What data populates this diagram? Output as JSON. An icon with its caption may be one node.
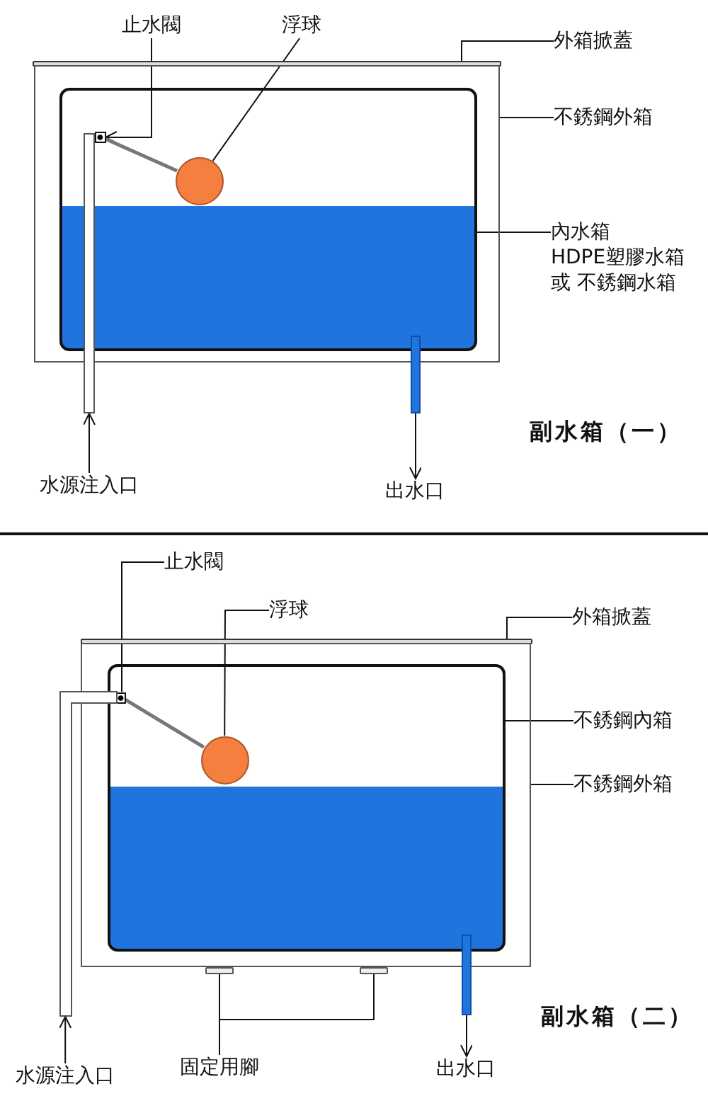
{
  "diagram": {
    "nodes": [
      {
        "text": [],
        "shape": "bar"
      },
      {
        "text": [],
        "shape": "box"
      },
      {
        "text": [],
        "shape": "box",
        "in": 1
      },
      {
        "text": [],
        "shape": "box",
        "in": 2
      },
      {
        "text": [],
        "shape": "circle",
        "in": 2
      },
      {
        "text": [],
        "shape": "pipe"
      },
      {
        "text": [],
        "shape": "pipe"
      },
      {
        "text": [
          "止水閥"
        ]
      },
      {
        "text": [
          "浮球"
        ]
      },
      {
        "text": [
          "外箱掀蓋"
        ]
      },
      {
        "text": [
          "不銹鋼外箱"
        ]
      },
      {
        "text": [
          "內水箱",
          "HDPE塑膠水箱",
          "或 不銹鋼水箱"
        ]
      },
      {
        "text": [
          "水源注入口"
        ]
      },
      {
        "text": [
          "出水口"
        ]
      },
      {
        "text": [],
        "shape": "bar"
      },
      {
        "text": [],
        "shape": "box"
      },
      {
        "text": [],
        "shape": "box",
        "in": 15
      },
      {
        "text": [],
        "shape": "box",
        "in": 16
      },
      {
        "text": [],
        "shape": "circle",
        "in": 16
      },
      {
        "text": [],
        "shape": "pipe"
      },
      {
        "text": [],
        "shape": "pipe"
      },
      {
        "text": [],
        "shape": "bar"
      },
      {
        "text": [],
        "shape": "bar"
      },
      {
        "text": [
          "止水閥"
        ]
      },
      {
        "text": [
          "浮球"
        ]
      },
      {
        "text": [
          "外箱掀蓋"
        ]
      },
      {
        "text": [
          "不銹鋼內箱"
        ]
      },
      {
        "text": [
          "不銹鋼外箱"
        ]
      },
      {
        "text": [
          "固定用腳"
        ]
      },
      {
        "text": [
          "水源注入口"
        ]
      },
      {
        "text": [
          "出水口"
        ]
      }
    ],
    "edges": [
      {
        "from": 7,
        "to": 3,
        "arrow": "to"
      },
      {
        "from": 8,
        "to": 4,
        "arrow": "none"
      },
      {
        "from": 9,
        "to": 0,
        "arrow": "none"
      },
      {
        "from": 10,
        "to": 1,
        "arrow": "none"
      },
      {
        "from": 11,
        "to": 2,
        "arrow": "none"
      },
      {
        "from": 12,
        "to": 5,
        "arrow": "to"
      },
      {
        "from": 6,
        "to": 13,
        "arrow": "to"
      },
      {
        "from": 23,
        "to": 17,
        "arrow": "none"
      },
      {
        "from": 24,
        "to": 18,
        "arrow": "none"
      },
      {
        "from": 25,
        "to": 14,
        "arrow": "none"
      },
      {
        "from": 26,
        "to": 16,
        "arrow": "none"
      },
      {
        "from": 27,
        "to": 15,
        "arrow": "none"
      },
      {
        "from": 28,
        "to": 21,
        "arrow": "none"
      },
      {
        "from": 28,
        "to": 22,
        "arrow": "none"
      },
      {
        "from": 29,
        "to": 19,
        "arrow": "to"
      },
      {
        "from": 20,
        "to": 30,
        "arrow": "to"
      },
      {
        "from": 3,
        "to": 4,
        "arrow": "none",
        "style": "thick",
        "color": "#777777"
      },
      {
        "from": 17,
        "to": 18,
        "arrow": "none",
        "style": "thick",
        "color": "#777777"
      }
    ],
    "labels": [
      "副水箱（一）",
      "副水箱（二）"
    ]
  }
}
